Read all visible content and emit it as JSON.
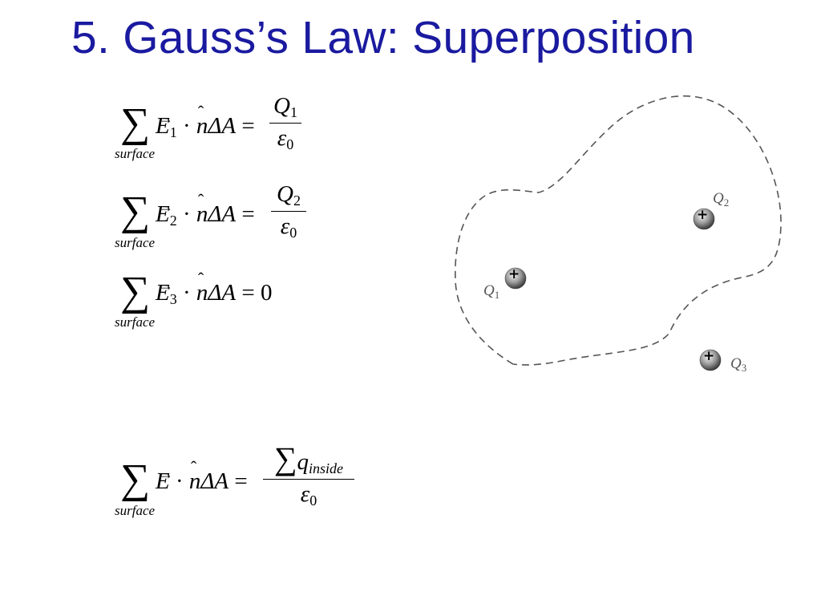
{
  "slide": {
    "title": "5. Gauss’s Law: Superposition"
  },
  "equations": {
    "sum_symbol": "∑",
    "surface_label": "surface",
    "dot": "·",
    "times_n": "n",
    "caret": "ˆ",
    "arrow": "→",
    "delta_a": "ΔA",
    "equals": "=",
    "field": "E",
    "eq1": {
      "index": "1",
      "numerator_q": "Q",
      "numerator_index": "1",
      "denominator": "ε",
      "denominator_index": "0"
    },
    "eq2": {
      "index": "2",
      "numerator_q": "Q",
      "numerator_index": "2",
      "denominator": "ε",
      "denominator_index": "0"
    },
    "eq3": {
      "index": "3",
      "rhs": "0"
    },
    "eq_total": {
      "numerator_q": "q",
      "numerator_sub": "inside",
      "denominator": "ε",
      "denominator_index": "0"
    }
  },
  "diagram": {
    "charges": [
      {
        "symbol": "+",
        "label": "Q",
        "index": "1",
        "inside": true
      },
      {
        "symbol": "+",
        "label": "Q",
        "index": "2",
        "inside": true
      },
      {
        "symbol": "+",
        "label": "Q",
        "index": "3",
        "inside": false
      }
    ],
    "colors": {
      "title": "#1a1aa0",
      "surface_line": "#555555",
      "charge_fill": "#9a9a9a",
      "label": "#555555"
    }
  }
}
